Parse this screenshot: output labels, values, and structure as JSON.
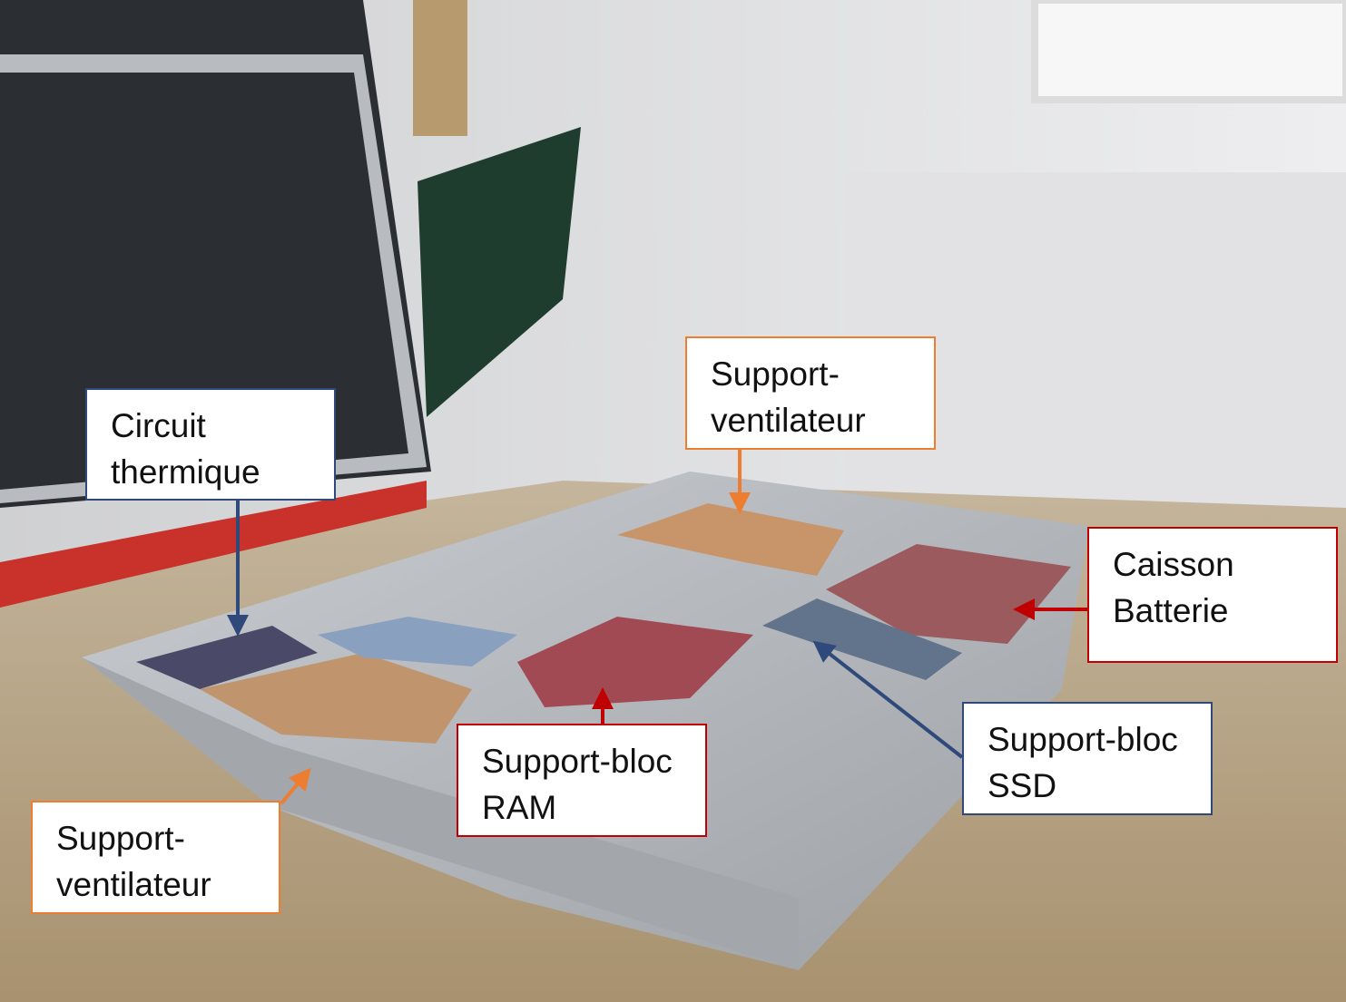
{
  "labels": {
    "thermal_circuit": {
      "line1": "Circuit",
      "line2": "thermique"
    },
    "fan_support_top": {
      "line1": "Support-",
      "line2": "ventilateur"
    },
    "battery_case": {
      "line1": "Caisson",
      "line2": "Batterie"
    },
    "ssd_support": {
      "line1": "Support-bloc",
      "line2": "SSD"
    },
    "ram_support": {
      "line1": "Support-bloc",
      "line2": "RAM"
    },
    "fan_support_bottom": {
      "line1": "Support-",
      "line2": "ventilateur"
    }
  },
  "colors": {
    "navy": "#2f4a7a",
    "orange": "#ed7d31",
    "red": "#c00000"
  }
}
